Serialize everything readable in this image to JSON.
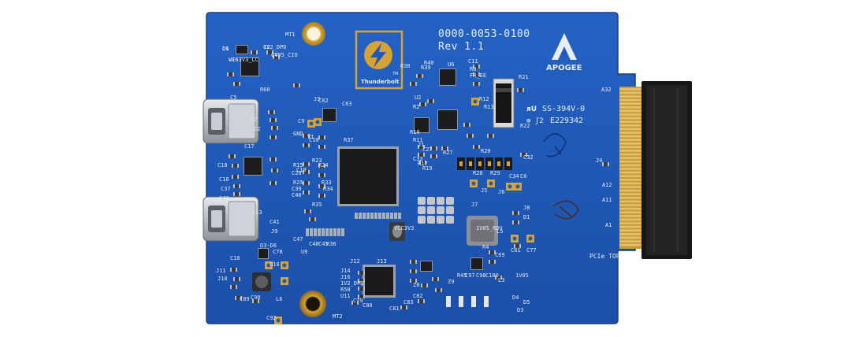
{
  "board": {
    "part_number": "0000-0053-0100",
    "revision": "Rev 1.1",
    "brand": "APOGEE",
    "logo_caption": "Thunderbolt",
    "logo_tm": "TM",
    "cert_line1": "SS-394V-0",
    "cert_line2": "E229342",
    "pcie_label": "PCIe TOP",
    "hole_top": "MT1",
    "hole_bottom": "MT2",
    "edge_labels": {
      "a32": "A32",
      "a12": "A12",
      "a11": "A11",
      "a1": "A1"
    },
    "ref_labels": [
      "C1",
      "U16",
      "C2",
      "C4",
      "C5",
      "R60",
      "C7",
      "J2",
      "C17",
      "C18",
      "C16",
      "C37",
      "C42",
      "C43",
      "C41",
      "J9",
      "C62",
      "C63",
      "C9",
      "C10",
      "J3",
      "GND",
      "V1",
      "R15",
      "C19",
      "C20",
      "R23",
      "R24",
      "R25",
      "C39",
      "C40",
      "R33",
      "R34",
      "R35",
      "C47",
      "C48",
      "C45",
      "R36",
      "R37",
      "R38",
      "R39",
      "R40",
      "U6",
      "C11",
      "R8",
      "FR_EE",
      "U2",
      "R2",
      "R12",
      "R13",
      "R10",
      "R11",
      "J1",
      "C27",
      "C33",
      "R17",
      "R19",
      "R20",
      "R21",
      "R22",
      "R27",
      "R28",
      "R29",
      "C34",
      "C6",
      "C32",
      "J4",
      "J5",
      "J6",
      "J7",
      "J8",
      "D1",
      "R4",
      "VCC3V3",
      "1V05_RDV",
      "L5",
      "C61",
      "C77",
      "C69",
      "L3",
      "1V05",
      "C10",
      "J10",
      "J11",
      "C89",
      "C90",
      "D3-D6",
      "C78",
      "U9",
      "U10",
      "C92",
      "L6",
      "J12",
      "J13",
      "J14",
      "J16",
      "1V2_DPD",
      "R50",
      "U11",
      "C79",
      "C80",
      "C81",
      "C82",
      "C83",
      "Z8",
      "Z9",
      "R45",
      "C97",
      "C98",
      "C100",
      "D3",
      "D4",
      "D5",
      "D6",
      "VCC3V3_LC",
      "1V2_DPD",
      "1V05_CIO"
    ]
  },
  "colors": {
    "board": "#1f58b8",
    "board_dark": "#1a4ea6",
    "silkscreen": "#e8eef8",
    "gold": "#d4a437",
    "connector": "#161616",
    "chip": "#1b1b1e"
  }
}
